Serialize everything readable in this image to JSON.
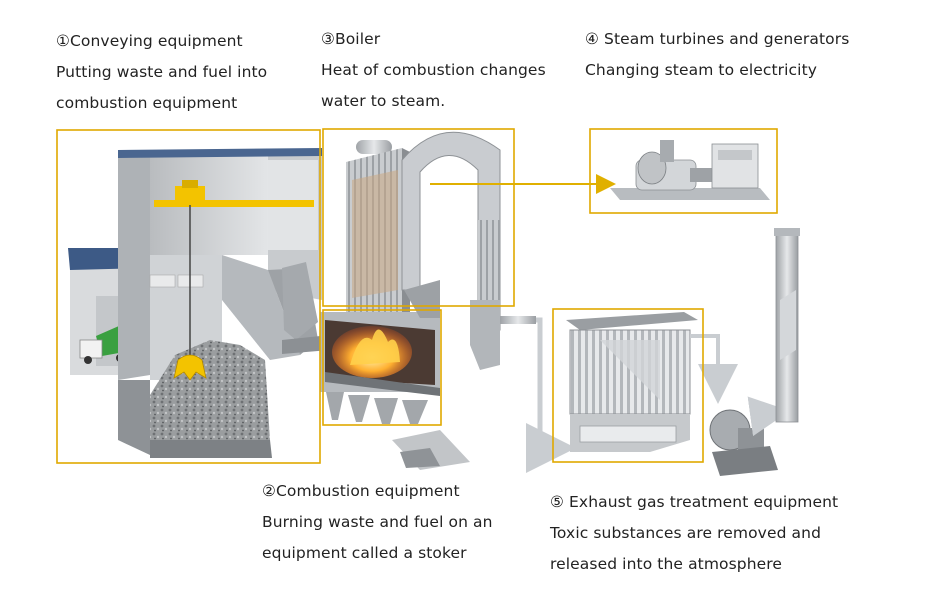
{
  "labels": {
    "conveying": {
      "title": "①Conveying equipment",
      "line1": "Putting waste and fuel into",
      "line2": "combustion equipment"
    },
    "boiler": {
      "title": "③Boiler",
      "line1": "Heat of combustion changes",
      "line2": "water to steam."
    },
    "turbines": {
      "title": "④ Steam turbines and generators",
      "line1": "Changing steam to electricity"
    },
    "combustion": {
      "title": "②Combustion equipment",
      "line1": "Burning waste and fuel on an",
      "line2": "equipment called a stoker"
    },
    "exhaust": {
      "title": "⑤ Exhaust gas treatment equipment",
      "line1": "Toxic substances are removed and",
      "line2": "released into the atmosphere"
    }
  },
  "colors": {
    "highlight_box": "#e0a800",
    "arrow": "#e0b000",
    "metal_light": "#d4d6d8",
    "metal_mid": "#a9adb1",
    "metal_dark": "#6f7377",
    "crane": "#f3c300",
    "roof": "#3d5a86",
    "truck": "#3aa040",
    "fire": "#ff9a1a",
    "waste": "#8a8d90"
  }
}
